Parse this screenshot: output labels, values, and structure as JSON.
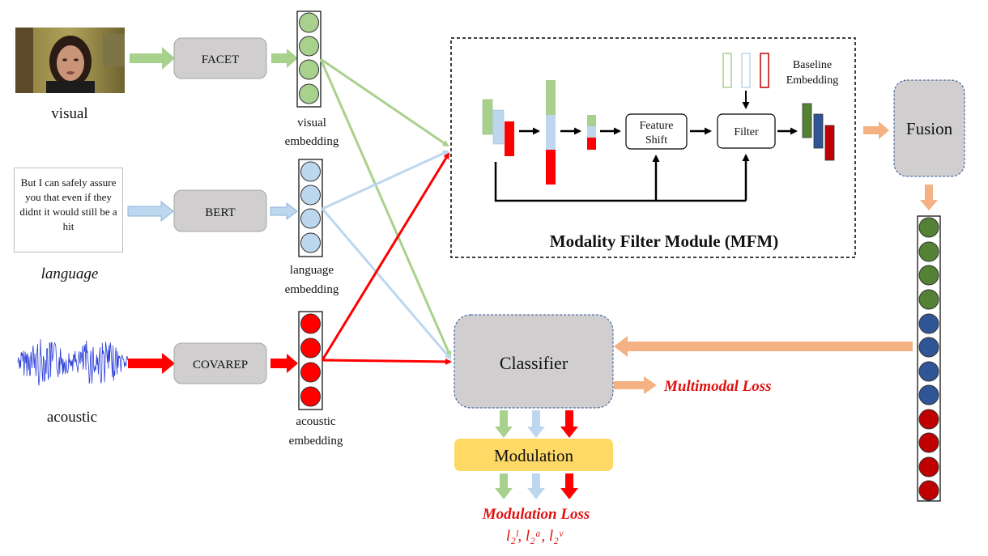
{
  "inputs": {
    "visual_label": "visual",
    "language_label": "language",
    "acoustic_label": "acoustic",
    "transcript": "But I can safely assure you that even if they didnt it would still be a hit"
  },
  "encoders": {
    "visual": "FACET",
    "language": "BERT",
    "acoustic": "COVAREP"
  },
  "embeddings": {
    "visual_line1": "visual",
    "visual_line2": "embedding",
    "language_line1": "language",
    "language_line2": "embedding",
    "acoustic_line1": "acoustic",
    "acoustic_line2": "embedding"
  },
  "mfm": {
    "title": "Modality Filter Module (MFM)",
    "feature_shift_line1": "Feature",
    "feature_shift_line2": "Shift",
    "filter": "Filter",
    "baseline_line1": "Baseline",
    "baseline_line2": "Embedding"
  },
  "fusion": "Fusion",
  "classifier": "Classifier",
  "modulation": "Modulation",
  "multimodal_loss": "Multimodal Loss",
  "modulation_loss": "Modulation Loss",
  "loss_terms": "l₂ˡ, l₂ᵃ, l₂ᵛ",
  "colors": {
    "visual": "#a9d18e",
    "language": "#bdd7ee",
    "acoustic": "#ff0000",
    "fusion_arrow": "#f4b183",
    "green_dark": "#548235",
    "blue_dark": "#2f5597",
    "red_dark": "#c00000",
    "modulation_bg": "#ffd966",
    "box_gray": "#d0cece"
  }
}
